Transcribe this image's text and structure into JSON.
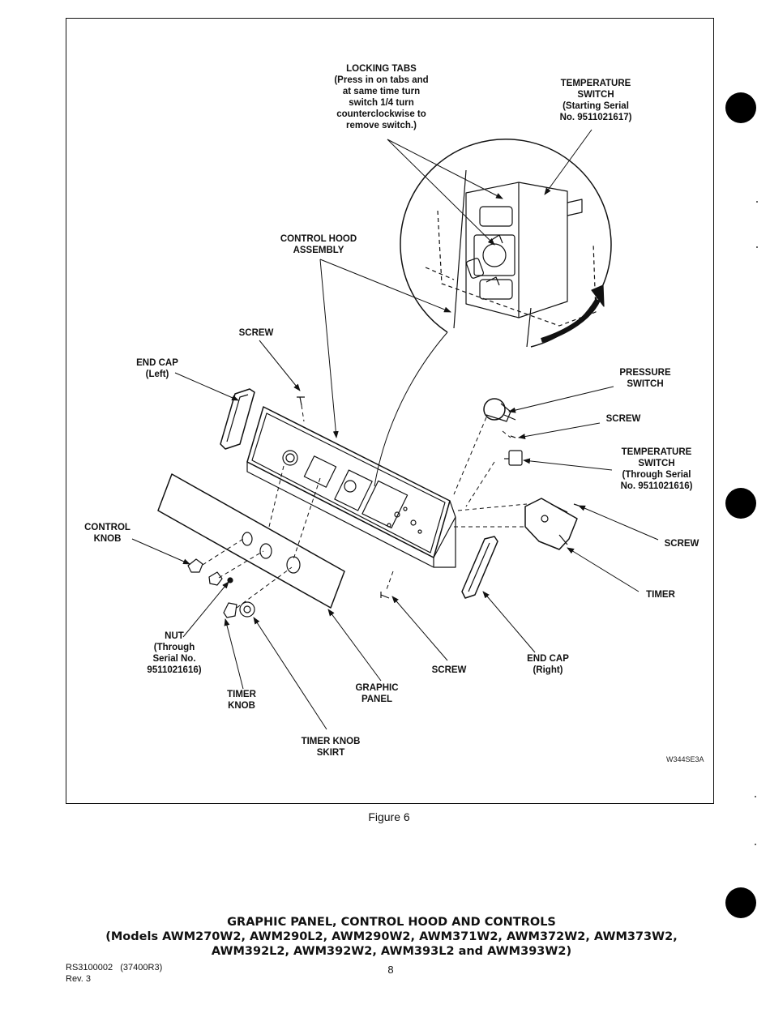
{
  "labels": {
    "locking_tabs": "LOCKING TABS\n(Press in on tabs and\nat same time turn\nswitch 1/4 turn\ncounterclockwise to\nremove switch.)",
    "temp_switch_top": "TEMPERATURE\nSWITCH\n(Starting Serial\nNo. 9511021617)",
    "control_hood": "CONTROL HOOD\nASSEMBLY",
    "screw_top": "SCREW",
    "end_cap_left": "END CAP\n(Left)",
    "pressure_switch": "PRESSURE\nSWITCH",
    "screw_right_1": "SCREW",
    "temp_switch_right": "TEMPERATURE\nSWITCH\n(Through Serial\nNo. 9511021616)",
    "control_knob": "CONTROL\nKNOB",
    "screw_right_2": "SCREW",
    "timer": "TIMER",
    "nut": "NUT\n(Through\nSerial No.\n9511021616)",
    "timer_knob": "TIMER\nKNOB",
    "graphic_panel": "GRAPHIC\nPANEL",
    "screw_bottom": "SCREW",
    "end_cap_right": "END CAP\n(Right)",
    "timer_knob_skirt": "TIMER KNOB\nSKIRT"
  },
  "drawing_code": "W344SE3A",
  "caption": "Figure 6",
  "title": {
    "line1": "GRAPHIC PANEL, CONTROL HOOD AND CONTROLS",
    "line2": "(Models AWM270W2, AWM290L2, AWM290W2, AWM371W2, AWM372W2, AWM373W2,",
    "line3": "AWM392L2, AWM392W2, AWM393L2 and AWM393W2)"
  },
  "footer": {
    "doc_number": "RS3100002   (37400R3)",
    "revision": "Rev. 3",
    "page_number": "8"
  }
}
